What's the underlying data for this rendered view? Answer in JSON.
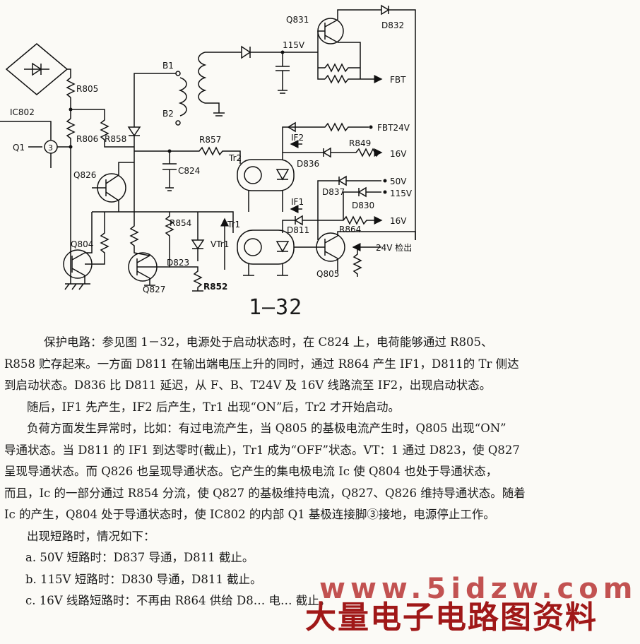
{
  "figure": {
    "number": "1—32",
    "labels": {
      "q831": "Q831",
      "d832": "D832",
      "v115": "115V",
      "fbt": "FBT",
      "r805": "R805",
      "ic802": "IC802",
      "q1": "Q1",
      "pin3": "3",
      "r806": "R806",
      "r858": "R858",
      "b1": "B1",
      "b2": "B2",
      "r857": "R857",
      "c824": "C824",
      "tr2": "Tr2",
      "q826": "Q826",
      "fbt24v": "FBT24V",
      "if2": "IF2",
      "r849": "R849",
      "v16a": "16V",
      "d836": "D836",
      "v50": "50V",
      "d837": "D837",
      "v115b": "115V",
      "d830": "D830",
      "if1": "IF1",
      "r854": "R854",
      "tr1": "Tr1",
      "vtr1": "VTr1",
      "d811": "D811",
      "r864": "R864",
      "v16b": "16V",
      "q804": "Q804",
      "d823": "D823",
      "det24v": "24V 检出",
      "q827": "Q827",
      "r852": "R852",
      "q805": "Q805"
    }
  },
  "text": {
    "p1a": "保护电路：参见图 1－32，电源处于启动状态时，在 C824 上，电荷能够通过 R805、",
    "p1b": "R858 贮存起来。一方面 D811 在输出端电压上升的同时，通过 R864 产生 IF1，D811的 Tr 侧达",
    "p1c": "到启动状态。D836 比 D811 延迟，从 F、B、T24V 及 16V 线路流至 IF2，出现启动状态。",
    "p2": "随后，IF1 先产生，IF2 后产生，Tr1 出现“ON”后，Tr2 才开始启动。",
    "p3a": "负荷方面发生异常时，比如：有过电流产生，当 Q805 的基极电流产生时，Q805 出现“ON”",
    "p3b": "导通状态。当 D811 的 IF1 到达零时(截止)，Tr1 成为“OFF”状态。VT：1 通过 D823，使 Q827",
    "p3c": "呈现导通状态。而 Q826 也呈现导通状态。它产生的集电极电流 Ic 使 Q804 也处于导通状态，",
    "p3d": "而且，Ic 的一部分通过 R854 分流，使 Q827 的基极维持电流，Q827、Q826 维持导通状态。随着",
    "p3e": "Ic 的产生，Q804 处于导通状态时，使 IC802 的内部 Q1 基极连接脚③接地，电源停止工作。",
    "p4": "出现短路时，情况如下：",
    "l1": "a. 50V 短路时：D837 导通，D811 截止。",
    "l2": "b. 115V 短路时：D830 导通，D811 截止。",
    "l3": "c. 16V 线路短路时：不再由 R864 供给 D8… 电… 截止。"
  },
  "watermark": {
    "url": "www.5idzw.com",
    "name": "大量电子电路图资料"
  }
}
